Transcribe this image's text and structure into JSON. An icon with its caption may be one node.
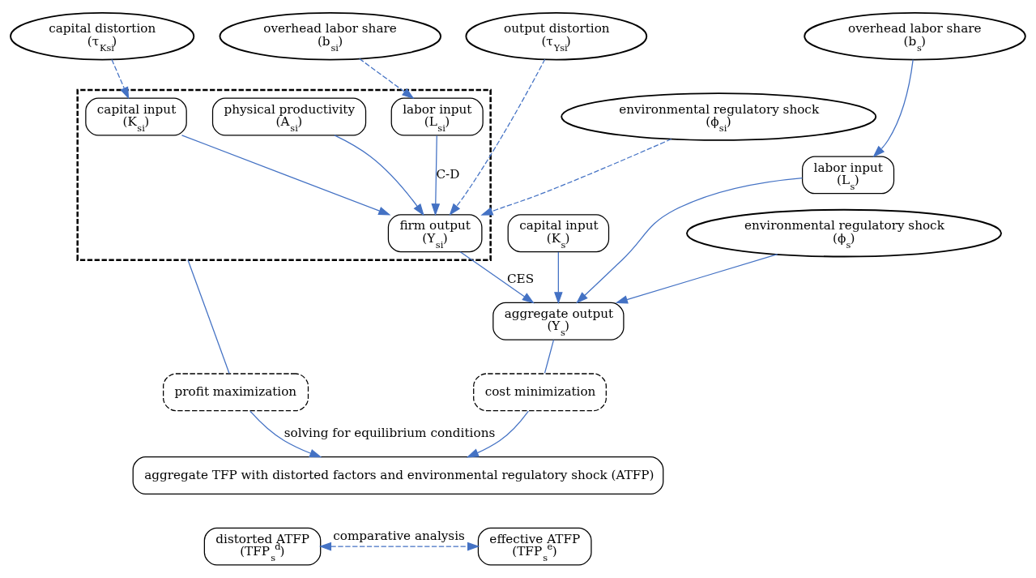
{
  "diagram": {
    "nodes": [
      {
        "text": [
          "capital distortion",
          "(τ$_{Ksi}$)"
        ]
      },
      {
        "text": [
          "output distortion",
          "(τ$_{Ysi}$)"
        ]
      },
      {
        "text": [
          "overhead labor share",
          "(b$_{s}$)"
        ]
      },
      {
        "text": [],
        "shape": "box"
      },
      {
        "text": [
          "capital input",
          "(K$_{si}$)"
        ],
        "in": 3
      },
      {
        "text": [
          "labor input",
          "(L$_{si}$)"
        ],
        "in": 3
      },
      {
        "text": [
          "physical productivity",
          "(A$_{si}$)"
        ],
        "in": 3
      },
      {
        "text": [
          "firm output",
          "(Y$_{si}$)"
        ],
        "in": 3
      },
      {
        "text": [
          "capital input",
          "(K$_{s}$)"
        ]
      },
      {
        "text": [
          "aggregate output",
          "(Y$_{s}$)"
        ]
      },
      {
        "text": [
          "labor input",
          "(L$_{s}$)"
        ]
      },
      {
        "text": [
          "overhead labor share",
          "(b$_{si}$)"
        ]
      },
      {
        "text": [
          "profit maximization"
        ]
      },
      {
        "text": [
          "environmental regulatory shock",
          "(ϕ$_{si}$)"
        ]
      },
      {
        "text": [
          "cost minimization"
        ]
      },
      {
        "text": [
          "environmental regulatory shock",
          "(ϕ$_{s}$)"
        ]
      },
      {
        "text": [
          "aggregate TFP with distorted factors and environmental regulatory shock (ATFP)"
        ]
      },
      {
        "text": [
          "distorted ATFP",
          "(TFP$_{s}$$^{d}$)"
        ]
      },
      {
        "text": [
          "effective ATFP",
          "(TFP$_{s}$$^{e}$)"
        ]
      }
    ],
    "edges": [
      {
        "from": 0,
        "to": 4,
        "arrow": "to",
        "style": "dashed"
      },
      {
        "from": 1,
        "to": 7,
        "arrow": "to",
        "style": "dashed"
      },
      {
        "from": 2,
        "to": 10,
        "arrow": "to"
      },
      {
        "from": 4,
        "to": 7,
        "arrow": "to"
      },
      {
        "from": 5,
        "to": 7,
        "arrow": "to",
        "label": "C-D"
      },
      {
        "from": 6,
        "to": 7,
        "arrow": "to"
      },
      {
        "from": 7,
        "to": 9,
        "arrow": "to",
        "label": "CES"
      },
      {
        "from": 8,
        "to": 9,
        "arrow": "to"
      },
      {
        "from": 10,
        "to": 9,
        "arrow": "to"
      },
      {
        "from": 11,
        "to": 5,
        "arrow": "to",
        "style": "dashed"
      },
      {
        "from": 13,
        "to": 7,
        "arrow": "to",
        "style": "dashed"
      },
      {
        "from": 15,
        "to": 9,
        "arrow": "to"
      },
      {
        "from": 3,
        "to": 12,
        "arrow": "none"
      },
      {
        "from": 9,
        "to": 14,
        "arrow": "none"
      },
      {
        "from": 12,
        "to": 16,
        "arrow": "to",
        "label": "solving for equilibrium conditions"
      },
      {
        "from": 14,
        "to": 16,
        "arrow": "to"
      },
      {
        "from": 17,
        "to": 18,
        "arrow": "both",
        "style": "dashed",
        "label": "comparative analysis"
      }
    ]
  }
}
